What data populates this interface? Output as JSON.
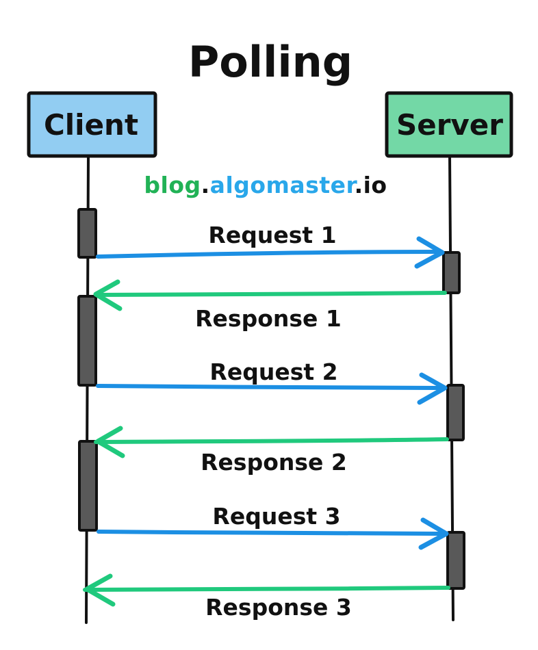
{
  "title": "Polling",
  "watermark": {
    "segments": [
      {
        "text": "blog",
        "color": "#21b256"
      },
      {
        "text": ".",
        "color": "#111111"
      },
      {
        "text": "algomaster",
        "color": "#29a7ea"
      },
      {
        "text": ".",
        "color": "#111111"
      },
      {
        "text": "io",
        "color": "#111111"
      }
    ]
  },
  "actors": [
    {
      "label": "Client",
      "fill": "#92cdf2"
    },
    {
      "label": "Server",
      "fill": "#73d8a6"
    }
  ],
  "messages": [
    {
      "label": "Request 1",
      "type": "request",
      "from": "Client",
      "to": "Server",
      "color": "#1c8fe3"
    },
    {
      "label": "Response 1",
      "type": "response",
      "from": "Server",
      "to": "Client",
      "color": "#20c97d"
    },
    {
      "label": "Request 2",
      "type": "request",
      "from": "Client",
      "to": "Server",
      "color": "#1c8fe3"
    },
    {
      "label": "Response 2",
      "type": "response",
      "from": "Server",
      "to": "Client",
      "color": "#20c97d"
    },
    {
      "label": "Request 3",
      "type": "request",
      "from": "Client",
      "to": "Server",
      "color": "#1c8fe3"
    },
    {
      "label": "Response 3",
      "type": "response",
      "from": "Server",
      "to": "Client",
      "color": "#20c97d"
    }
  ],
  "colors": {
    "request_arrow": "#1c8fe3",
    "response_arrow": "#20c97d",
    "activation_bar": "#595959",
    "outline": "#111111",
    "background": "#ffffff"
  }
}
